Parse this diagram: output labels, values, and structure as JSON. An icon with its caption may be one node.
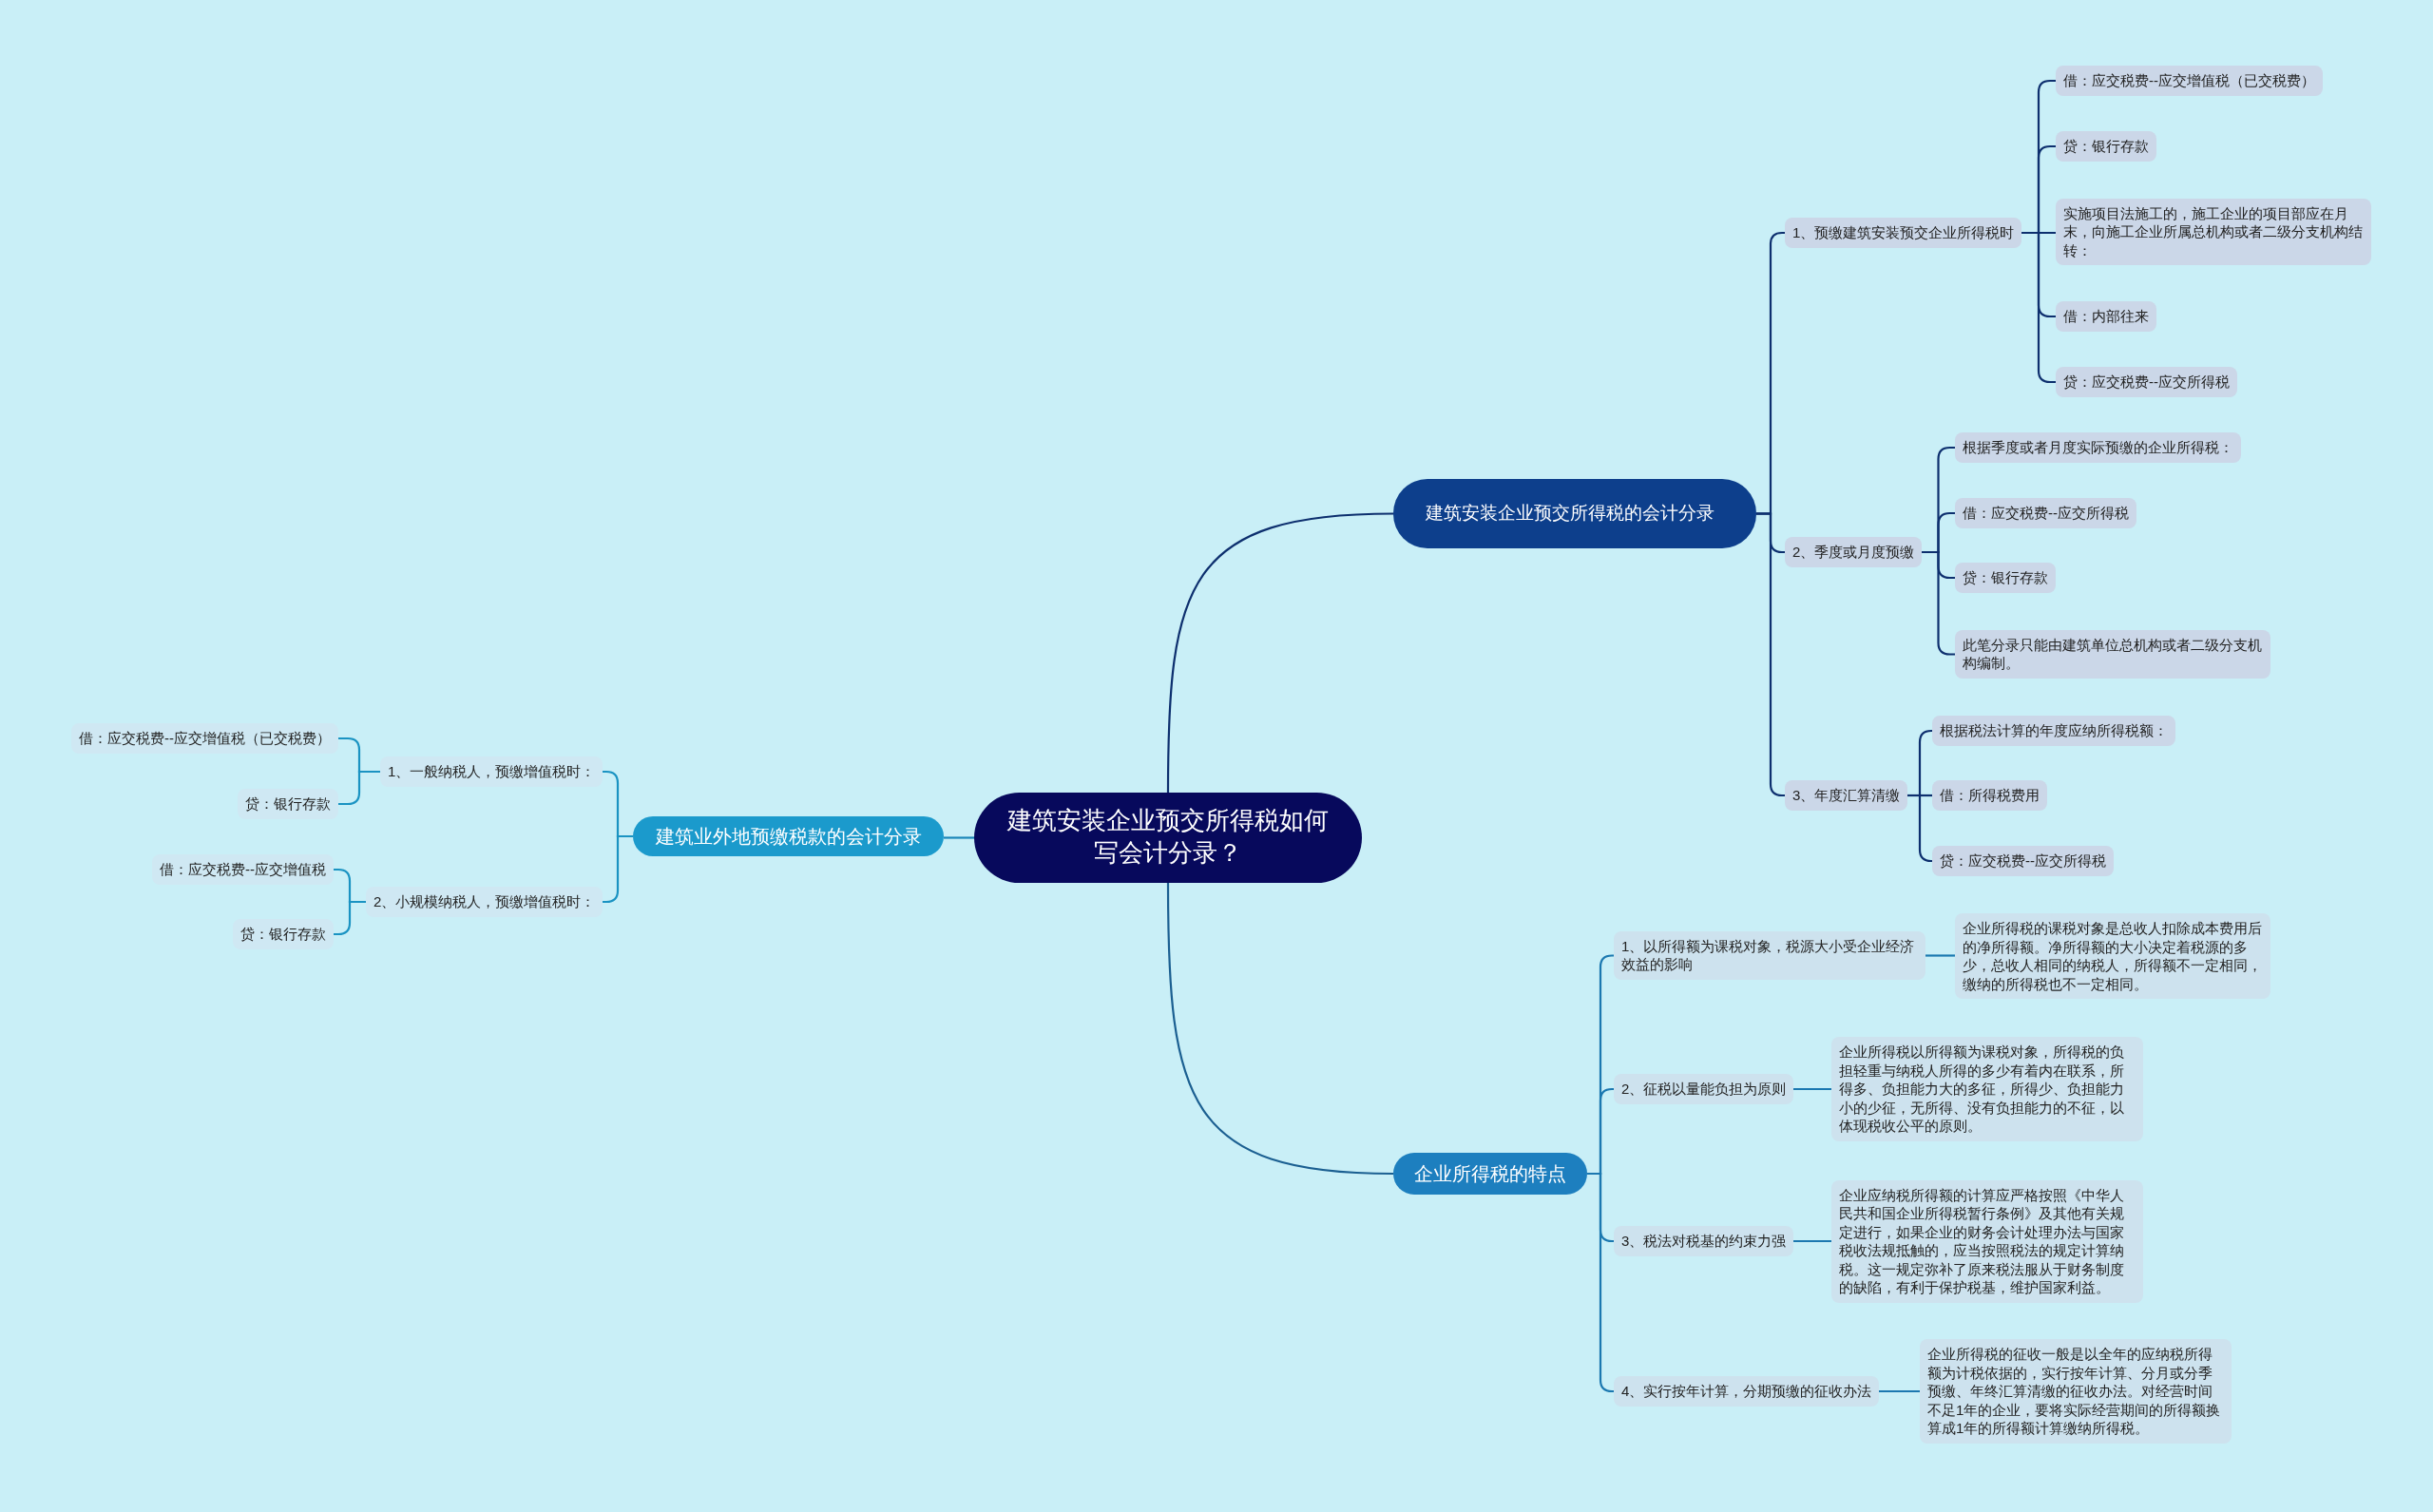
{
  "diagram": {
    "nodes": [
      {
        "text": [
          "建筑安装企业预交所得税如何写会计分录？"
        ]
      },
      {
        "text": [
          "建筑安装企业预交所得税的会计分录"
        ]
      },
      {
        "text": [
          "1、预缴建筑安装预交企业所得税时"
        ]
      },
      {
        "text": [
          "借：应交税费--应交增值税（已交税费）"
        ]
      },
      {
        "text": [
          "贷：银行存款"
        ]
      },
      {
        "text": [
          "实施项目法施工的，施工企业的项目部应在月末，向施工企业所属总机构或者二级分支机构结转："
        ]
      },
      {
        "text": [
          "借：内部往来"
        ]
      },
      {
        "text": [
          "贷：应交税费--应交所得税"
        ]
      },
      {
        "text": [
          "2、季度或月度预缴"
        ]
      },
      {
        "text": [
          "根据季度或者月度实际预缴的企业所得税："
        ]
      },
      {
        "text": [
          "借：应交税费--应交所得税"
        ]
      },
      {
        "text": [
          "贷：银行存款"
        ]
      },
      {
        "text": [
          "此笔分录只能由建筑单位总机构或者二级分支机构编制。"
        ]
      },
      {
        "text": [
          "3、年度汇算清缴"
        ]
      },
      {
        "text": [
          "根据税法计算的年度应纳所得税额："
        ]
      },
      {
        "text": [
          "借：所得税费用"
        ]
      },
      {
        "text": [
          "贷：应交税费--应交所得税"
        ]
      },
      {
        "text": [
          "企业所得税的特点"
        ]
      },
      {
        "text": [
          "1、以所得额为课税对象，税源大小受企业经济效益的影响"
        ]
      },
      {
        "text": [
          "企业所得税的课税对象是总收人扣除成本费用后的净所得额。净所得额的大小决定着税源的多少，总收人相同的纳税人，所得额不一定相同，缴纳的所得税也不一定相同。"
        ]
      },
      {
        "text": [
          "2、征税以量能负担为原则"
        ]
      },
      {
        "text": [
          "企业所得税以所得额为课税对象，所得税的负担轻重与纳税人所得的多少有着内在联系，所得多、负担能力大的多征，所得少、负担能力小的少征，无所得、没有负担能力的不征，以体现税收公平的原则。"
        ]
      },
      {
        "text": [
          "3、税法对税基的约束力强"
        ]
      },
      {
        "text": [
          "企业应纳税所得额的计算应严格按照《中华人民共和国企业所得税暂行条例》及其他有关规定进行，如果企业的财务会计处理办法与国家税收法规抵触的，应当按照税法的规定计算纳税。这一规定弥补了原来税法服从于财务制度的缺陷，有利于保护税基，维护国家利益。"
        ]
      },
      {
        "text": [
          "4、实行按年计算，分期预缴的征收办法"
        ]
      },
      {
        "text": [
          "企业所得税的征收一般是以全年的应纳税所得额为计税依据的，实行按年计算、分月或分季预缴、年终汇算清缴的征收办法。对经营时间不足1年的企业，要将实际经营期间的所得额换算成1年的所得额计算缴纳所得税。"
        ]
      },
      {
        "text": [
          "建筑业外地预缴税款的会计分录"
        ]
      },
      {
        "text": [
          "1、一般纳税人，预缴增值税时："
        ]
      },
      {
        "text": [
          "借：应交税费--应交增值税（已交税费）"
        ]
      },
      {
        "text": [
          "贷：银行存款"
        ]
      },
      {
        "text": [
          "2、小规模纳税人，预缴增值税时："
        ]
      },
      {
        "text": [
          "借：应交税费--应交增值税"
        ]
      },
      {
        "text": [
          "贷：银行存款"
        ]
      }
    ],
    "edges": [
      {
        "from": 0,
        "to": 1,
        "arrow": "none"
      },
      {
        "from": 1,
        "to": 2,
        "arrow": "none"
      },
      {
        "from": 2,
        "to": 3,
        "arrow": "none"
      },
      {
        "from": 2,
        "to": 4,
        "arrow": "none"
      },
      {
        "from": 2,
        "to": 5,
        "arrow": "none"
      },
      {
        "from": 2,
        "to": 6,
        "arrow": "none"
      },
      {
        "from": 2,
        "to": 7,
        "arrow": "none"
      },
      {
        "from": 1,
        "to": 8,
        "arrow": "none"
      },
      {
        "from": 8,
        "to": 9,
        "arrow": "none"
      },
      {
        "from": 8,
        "to": 10,
        "arrow": "none"
      },
      {
        "from": 8,
        "to": 11,
        "arrow": "none"
      },
      {
        "from": 8,
        "to": 12,
        "arrow": "none"
      },
      {
        "from": 1,
        "to": 13,
        "arrow": "none"
      },
      {
        "from": 13,
        "to": 14,
        "arrow": "none"
      },
      {
        "from": 13,
        "to": 15,
        "arrow": "none"
      },
      {
        "from": 13,
        "to": 16,
        "arrow": "none"
      },
      {
        "from": 0,
        "to": 17,
        "arrow": "none",
        "color": "#1b5f91"
      },
      {
        "from": 17,
        "to": 18,
        "arrow": "none",
        "color": "#1b78b0"
      },
      {
        "from": 18,
        "to": 19,
        "arrow": "none",
        "color": "#1b78b0"
      },
      {
        "from": 17,
        "to": 20,
        "arrow": "none",
        "color": "#1b78b0"
      },
      {
        "from": 20,
        "to": 21,
        "arrow": "none",
        "color": "#1b78b0"
      },
      {
        "from": 17,
        "to": 22,
        "arrow": "none",
        "color": "#1b78b0"
      },
      {
        "from": 22,
        "to": 23,
        "arrow": "none",
        "color": "#1b78b0"
      },
      {
        "from": 17,
        "to": 24,
        "arrow": "none",
        "color": "#1b78b0"
      },
      {
        "from": 24,
        "to": 25,
        "arrow": "none",
        "color": "#1b78b0"
      },
      {
        "from": 0,
        "to": 26,
        "arrow": "none",
        "color": "#1a86b8"
      },
      {
        "from": 26,
        "to": 27,
        "arrow": "none",
        "color": "#1a93c2"
      },
      {
        "from": 27,
        "to": 28,
        "arrow": "none",
        "color": "#1a93c2"
      },
      {
        "from": 27,
        "to": 29,
        "arrow": "none",
        "color": "#1a93c2"
      },
      {
        "from": 26,
        "to": 30,
        "arrow": "none",
        "color": "#1a93c2"
      },
      {
        "from": 30,
        "to": 31,
        "arrow": "none",
        "color": "#1a93c2"
      },
      {
        "from": 30,
        "to": 32,
        "arrow": "none",
        "color": "#1a93c2"
      }
    ]
  }
}
